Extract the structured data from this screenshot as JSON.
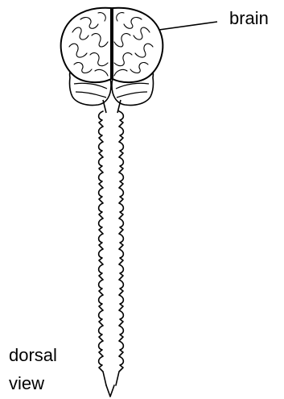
{
  "labels": {
    "brain": "brain",
    "view_line1": "dorsal",
    "view_line2": "view"
  },
  "colors": {
    "line": "#000000",
    "fill": "#ffffff"
  },
  "icons": {
    "brain": "brain-illustration",
    "cerebellum": "cerebellum-illustration",
    "spinal_cord": "spinal-cord-illustration"
  }
}
